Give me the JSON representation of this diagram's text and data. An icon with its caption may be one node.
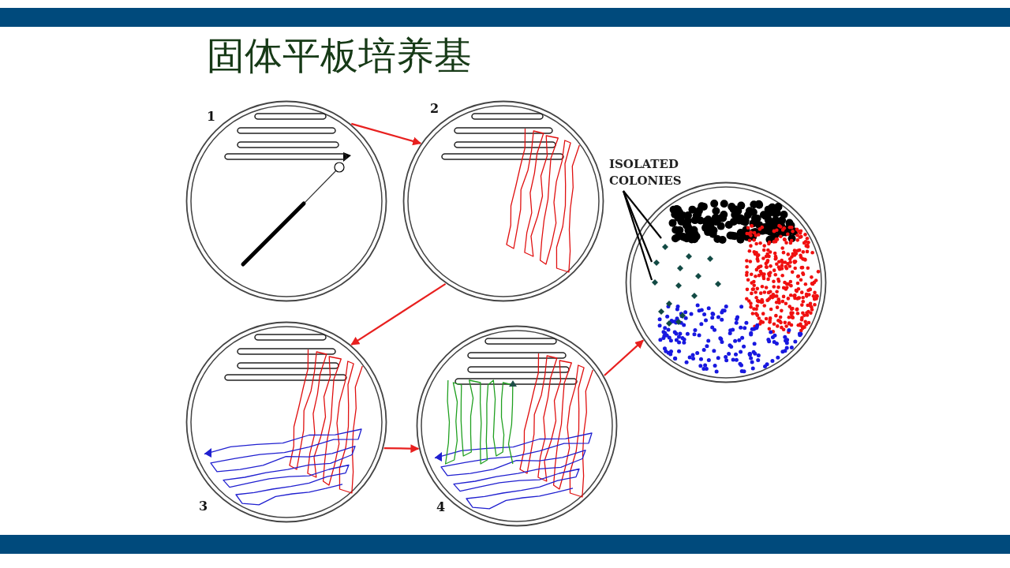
{
  "diagram": {
    "title": "固体平板培养基",
    "nodes": [
      {
        "text": [],
        "shape": "circle",
        "beside": [
          "1"
        ]
      },
      {
        "text": [],
        "shape": "circle",
        "beside": [
          "2"
        ]
      },
      {
        "text": [],
        "shape": "circle",
        "beside": [
          "3"
        ]
      },
      {
        "text": [],
        "shape": "circle",
        "beside": [
          "4"
        ]
      },
      {
        "text": [],
        "shape": "circle"
      },
      {
        "text": [
          "ISOLATED COLONIES"
        ]
      }
    ],
    "edges": [
      {
        "from": 0,
        "to": 1,
        "arrow": "to"
      },
      {
        "from": 1,
        "to": 2,
        "arrow": "to"
      },
      {
        "from": 2,
        "to": 3,
        "arrow": "to"
      },
      {
        "from": 3,
        "to": 4,
        "arrow": "to"
      },
      {
        "from": 5,
        "to": 4,
        "arrow": "none",
        "color": "#000000"
      },
      {
        "from": 5,
        "to": 4,
        "arrow": "none",
        "color": "#000000"
      },
      {
        "from": 5,
        "to": 4,
        "arrow": "none",
        "color": "#000000"
      }
    ]
  }
}
